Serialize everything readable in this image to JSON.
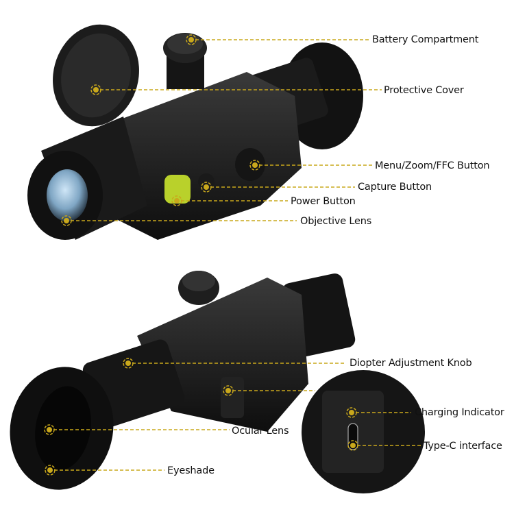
{
  "accent_color": "#c9a81c",
  "top_view": {
    "callouts": [
      {
        "id": "battery",
        "label": "Battery Compartment"
      },
      {
        "id": "cover",
        "label": "Protective Cover"
      },
      {
        "id": "menu",
        "label": "Menu/Zoom/FFC Button"
      },
      {
        "id": "capture",
        "label": "Capture Button"
      },
      {
        "id": "power",
        "label": "Power Button"
      },
      {
        "id": "objective",
        "label": "Objective Lens"
      }
    ]
  },
  "bottom_view": {
    "callouts": [
      {
        "id": "diopter",
        "label": "Diopter Adjustment Knob"
      },
      {
        "id": "charging",
        "label": "Charging Indicator"
      },
      {
        "id": "ocular",
        "label": "Ocular Lens"
      },
      {
        "id": "typec",
        "label": "Type-C interface"
      },
      {
        "id": "eyeshade",
        "label": "Eyeshade"
      }
    ]
  }
}
